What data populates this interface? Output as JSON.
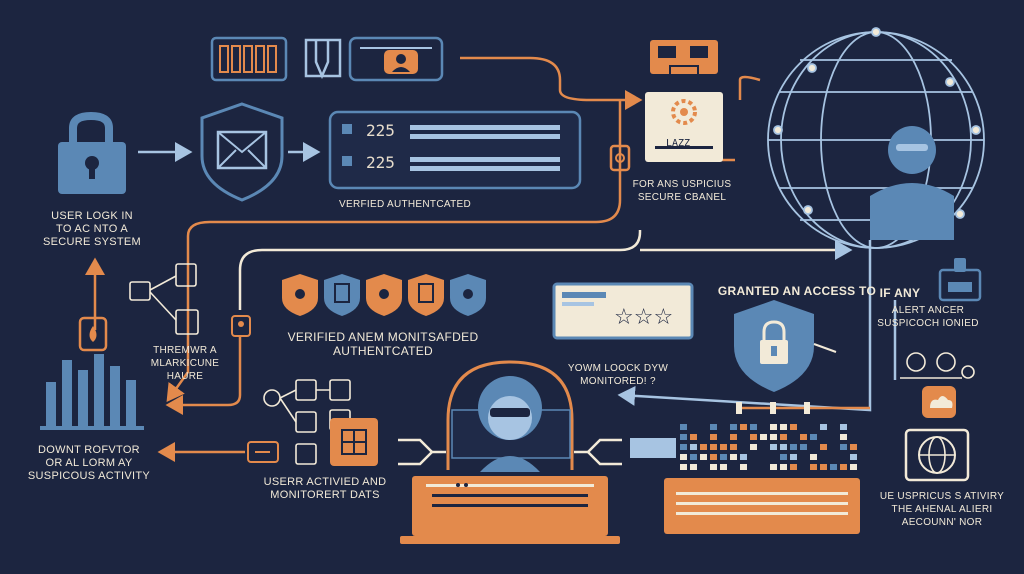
{
  "labels": {
    "user_login": "USER LOGK IN\nTO AC NTO A\nSECURE SYSTEM",
    "verified_authenticated_top": "VERFIED AUTHENTCATED",
    "secure_channel": "FOR ANS USPICIUS\nSECURE CBANEL",
    "verified_monitored": "VERIFIED ANEM MONITSAFDED\nAUTHENTCATED",
    "threat_machine": "THREMWR A\nMLARKICUNE\nHAURE",
    "granted_access": "GRANTED AN ACCESS TO",
    "if_any_alert": "IF ANY",
    "alert_suspicion": "ALERT ANCER\nSUSPICOCH IONIED",
    "monitored_question": "YOWM LOOCK DYW\nMONITORED! ?",
    "downt_report": "DOWNT ROFVTOR\nOR AL LORM AY\nSUSPICOUS ACTIVITY",
    "user_activity": "USERR ACTIVIED AND\nMONITORERT DATS",
    "suspicious_activity": "UE USPRICUS S ATIVIRY\nTHE AHENAL ALIERI\nAECOUNN' NOR"
  },
  "panel_codes": {
    "row1": "225",
    "row2": "225"
  },
  "card_code": "LAZZ",
  "icons": [
    "lock-icon",
    "bar-chart-icon",
    "shield-mail-icon",
    "document-card-icon",
    "id-card-icon",
    "monitor-pair-icon",
    "gear-card-icon",
    "globe-user-icon",
    "shield-row-icon",
    "star-rating-icon",
    "shield-lock-icon",
    "operator-icon",
    "laptop-icon",
    "robot-arm-icon",
    "globe-icon",
    "cloud-icon",
    "alert-bell-icon"
  ],
  "colors": {
    "background": "#1c2540",
    "blue": "#5b88b5",
    "orange": "#e38a4c",
    "cream": "#f2ead8",
    "light_blue": "#a7c4e2"
  }
}
